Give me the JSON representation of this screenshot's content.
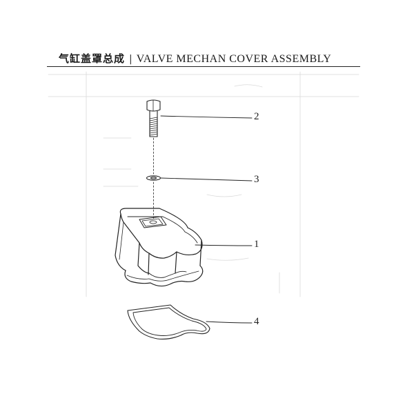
{
  "header": {
    "title_cn": "气缸盖罩总成",
    "separator": "|",
    "title_en": "VALVE MECHAN COVER ASSEMBLY"
  },
  "callouts": [
    {
      "id": "bolt",
      "label": "2"
    },
    {
      "id": "washer",
      "label": "3"
    },
    {
      "id": "cover",
      "label": "1"
    },
    {
      "id": "gasket",
      "label": "4"
    }
  ],
  "colors": {
    "ink": "#222222",
    "show_through": "#d7d7d7",
    "background": "#ffffff"
  }
}
